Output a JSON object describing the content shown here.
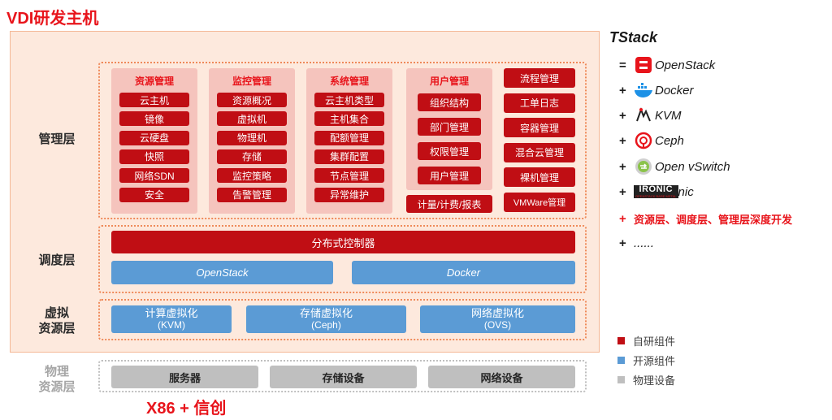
{
  "title": "VDI研发主机",
  "layers": {
    "mgmt": "管理层",
    "sched": "调度层",
    "virt": "虚拟\n资源层",
    "phys": "物理\n资源层"
  },
  "panels": [
    {
      "title": "资源管理",
      "items": [
        "云主机",
        "镜像",
        "云硬盘",
        "快照",
        "网络SDN",
        "安全"
      ]
    },
    {
      "title": "监控管理",
      "items": [
        "资源概况",
        "虚拟机",
        "物理机",
        "存储",
        "监控策略",
        "告警管理"
      ]
    },
    {
      "title": "系统管理",
      "items": [
        "云主机类型",
        "主机集合",
        "配额管理",
        "集群配置",
        "节点管理",
        "异常维护"
      ]
    },
    {
      "title": "用户管理",
      "items": [
        "组织结构",
        "部门管理",
        "权限管理",
        "用户管理"
      ]
    }
  ],
  "billing": "计量/计费/报表",
  "right_column": [
    "流程管理",
    "工单日志",
    "容器管理",
    "混合云管理",
    "裸机管理",
    "VMWare管理"
  ],
  "scheduler": {
    "controller": "分布式控制器",
    "openstack": "OpenStack",
    "docker": "Docker"
  },
  "virt": [
    {
      "name": "计算虚拟化",
      "sub": "(KVM)"
    },
    {
      "name": "存储虚拟化",
      "sub": "(Ceph)"
    },
    {
      "name": "网络虚拟化",
      "sub": "(OVS)"
    }
  ],
  "physical": [
    "服务器",
    "存储设备",
    "网络设备"
  ],
  "bottom_note": "X86 + 信创",
  "tstack": {
    "title": "TStack",
    "rows": [
      {
        "op": "=",
        "label": "OpenStack",
        "icon": "openstack-icon"
      },
      {
        "op": "+",
        "label": "Docker",
        "icon": "docker-icon"
      },
      {
        "op": "+",
        "label": "KVM",
        "icon": "kvm-icon"
      },
      {
        "op": "+",
        "label": "Ceph",
        "icon": "ceph-icon"
      },
      {
        "op": "+",
        "label": "Open vSwitch",
        "icon": "ovs-icon"
      },
      {
        "op": "+",
        "label": "nic",
        "logo_text": "IRONIC",
        "logo_subtext": "OPENSTACK BARE METAL",
        "icon": "ironic-logo"
      },
      {
        "op": "+",
        "label": "资源层、调度层、管理层深度开发",
        "highlight": true
      },
      {
        "op": "+",
        "label": "......"
      }
    ]
  },
  "legend": [
    {
      "label": "自研组件",
      "color": "#c00e14"
    },
    {
      "label": "开源组件",
      "color": "#5b9bd5"
    },
    {
      "label": "物理设备",
      "color": "#bfbfbf"
    }
  ],
  "colors": {
    "accent": "#e8141b",
    "dark_red": "#c00e14",
    "blue": "#5b9bd5",
    "gray": "#bfbfbf"
  }
}
